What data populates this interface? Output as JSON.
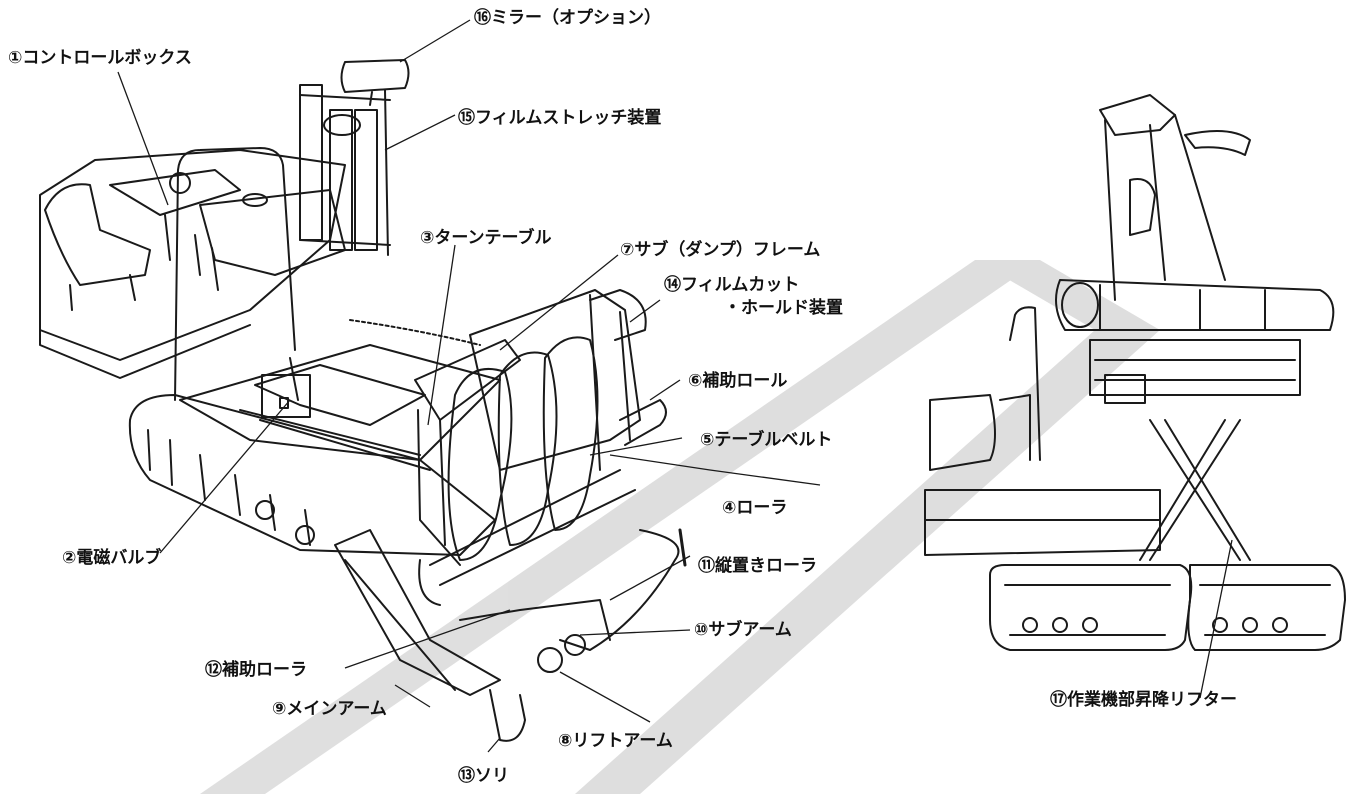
{
  "colors": {
    "line": "#1a1a1a",
    "watermark": "#d9d9d9",
    "background": "#ffffff"
  },
  "labels": {
    "l1": "①コントロールボックス",
    "l2": "②電磁バルブ",
    "l3": "③ターンテーブル",
    "l4": "④ローラ",
    "l5": "⑤テーブルベルト",
    "l6": "⑥補助ロール",
    "l7": "⑦サブ（ダンプ）フレーム",
    "l8": "⑧リフトアーム",
    "l9": "⑨メインアーム",
    "l10": "⑩サブアーム",
    "l11": "⑪縦置きローラ",
    "l12": "⑫補助ローラ",
    "l13": "⑬ソリ",
    "l14a": "⑭フィルムカット",
    "l14b": "・ホールド装置",
    "l15": "⑮フィルムストレッチ装置",
    "l16": "⑯ミラー（オプション）",
    "l17": "⑰作業機部昇降リフター"
  }
}
